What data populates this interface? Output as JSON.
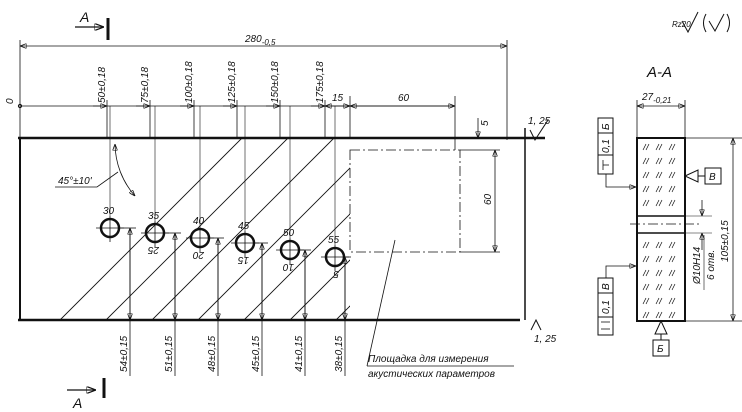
{
  "section_mark": "A",
  "overall_length": {
    "value": "280",
    "tol": "-0,5"
  },
  "origin_label": "0",
  "x_positions": [
    "50±0,18",
    "75±0,18",
    "100±0,18",
    "125±0,18",
    "150±0,18",
    "175±0,18"
  ],
  "gap_15": "15",
  "pad_width": "60",
  "pad_offset": "5",
  "pad_height": "60",
  "angle_label": "45°±10'",
  "hole_top_labels": [
    "30",
    "35",
    "40",
    "45",
    "50",
    "55"
  ],
  "hole_bottom_labels": [
    "25",
    "20",
    "15",
    "10",
    "5"
  ],
  "heights": [
    "54±0,15",
    "51±0,15",
    "48±0,15",
    "45±0,15",
    "41±0,15",
    "38±0,15"
  ],
  "roughness_edge": "1, 25",
  "pad_note": [
    "Площадка для измерения",
    "акустических параметров"
  ],
  "roughness_general": {
    "label": "Rz20"
  },
  "section_view": {
    "title": "A-A",
    "width": {
      "value": "27",
      "tol": "-0,21"
    },
    "height": "105±0,15",
    "hole": "Ø10H14",
    "hole_count": "6 отв.",
    "frame_top": {
      "tol": "0,1",
      "datum": "Б"
    },
    "frame_bottom": {
      "tol": "0,1",
      "datum": "В"
    },
    "datum_right": "В",
    "datum_bottom": "Б"
  }
}
